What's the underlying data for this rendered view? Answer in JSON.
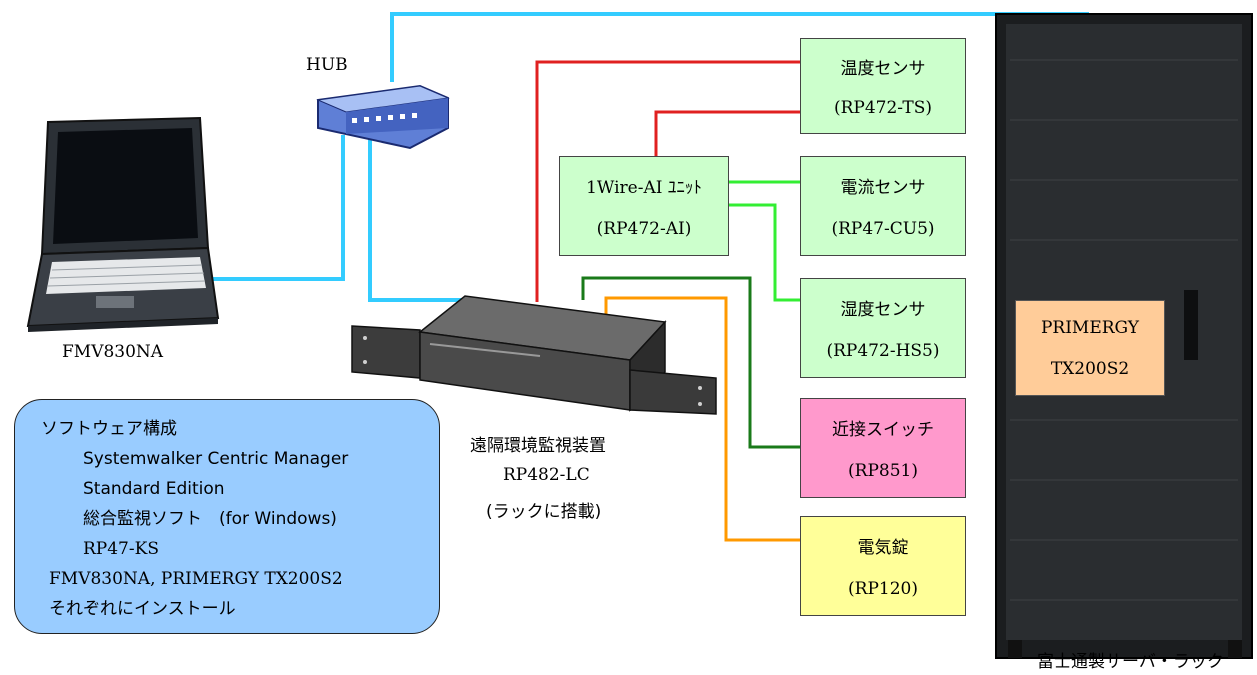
{
  "hub": {
    "label": "HUB"
  },
  "laptop": {
    "label": "FMV830NA"
  },
  "monitor_device": {
    "line1": "遠隔環境監視装置",
    "line2": "RP482-LC",
    "line3": "(ラックに搭載)"
  },
  "rack": {
    "label": "富士通製サーバ・ラック"
  },
  "server": {
    "line1": "PRIMERGY",
    "line2": "TX200S2"
  },
  "boxes": {
    "temp_sensor": {
      "name": "温度センサ",
      "model": "(RP472-TS)"
    },
    "wire_ai": {
      "name": "1Wire-AI ﾕﾆｯﾄ",
      "model": "(RP472-AI)"
    },
    "current_sensor": {
      "name": "電流センサ",
      "model": "(RP47-CU5)"
    },
    "humid_sensor": {
      "name": "湿度センサ",
      "model": "(RP472-HS5)"
    },
    "prox_switch": {
      "name": "近接スイッチ",
      "model": "(RP851)"
    },
    "elec_lock": {
      "name": "電気錠",
      "model": "(RP120)"
    }
  },
  "software": {
    "title": "ソフトウェア構成",
    "item1": "Systemwalker Centric Manager",
    "item2": "Standard Edition",
    "item3": "総合監視ソフト　(for Windows)",
    "item4": "RP47-KS",
    "note1": "FMV830NA, PRIMERGY TX200S2",
    "note2": "それぞれにインストール"
  },
  "colors": {
    "lan": "#33ccff",
    "red": "#e02020",
    "lightgreen": "#33ee33",
    "darkgreen": "#1a7a1a",
    "orange": "#ff9900"
  }
}
